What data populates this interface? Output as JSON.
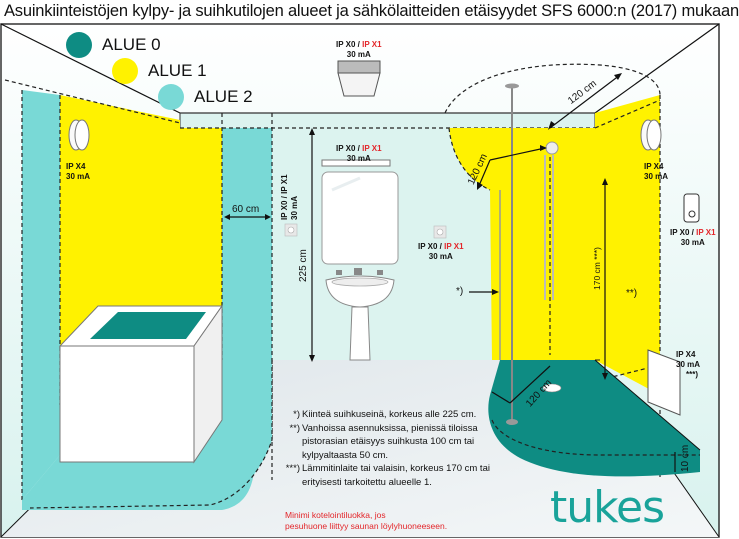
{
  "title": "Asuinkiinteistöjen kylpy- ja suihkutilojen alueet ja sähkölaitteiden etäisyydet SFS 6000:n (2017) mukaan",
  "legend": [
    {
      "label": "ALUE 0",
      "color": "#0e8c83"
    },
    {
      "label": "ALUE 1",
      "color": "#fff200"
    },
    {
      "label": "ALUE 2",
      "color": "#79d9d6"
    }
  ],
  "devices": {
    "ceiling_light": {
      "ip_a": "IP X0",
      "sep": " / ",
      "ip_b": "IP X1",
      "rcd": "30 mA"
    },
    "left_wall_light": {
      "ip": "IP X4",
      "rcd": "30 mA"
    },
    "mirror_light": {
      "ip_a": "IP X0",
      "sep": " / ",
      "ip_b": "IP X1",
      "rcd": "30 mA"
    },
    "socket_left": {
      "ip_a": "IP X0",
      "sep": " / ",
      "ip_b": "IP X1",
      "rcd": "30 mA"
    },
    "socket_center": {
      "ip_a": "IP X0",
      "sep": " / ",
      "ip_b": "IP X1",
      "rcd": "30 mA"
    },
    "right_wall_light": {
      "ip": "IP X4",
      "rcd": "30 mA"
    },
    "right_switch": {
      "ip_a": "IP X0",
      "sep": " / ",
      "ip_b": "IP X1",
      "rcd": "30 mA"
    },
    "heater": {
      "ip": "IP X4",
      "rcd": "30 mA",
      "note": "***)"
    }
  },
  "dimensions": {
    "bath_zone_width": "60 cm",
    "zone2_height": "225 cm",
    "shower_radius_ceiling": "120 cm",
    "shower_radius_wall": "120 cm",
    "shower_radius_floor": "120 cm",
    "heater_height": "170 cm ***)",
    "floor_height": "10 cm"
  },
  "markers": {
    "fixed_wall": "*)",
    "old_install": "**)"
  },
  "notes": [
    {
      "mark": "*)",
      "text": "Kiinteä suihkuseinä, korkeus alle 225 cm."
    },
    {
      "mark": "**)",
      "text": "Vanhoissa asennuksissa, pienissä tiloissa pistorasian etäisyys suihkusta 100 cm tai kylpyaltaasta 50 cm."
    },
    {
      "mark": "***)",
      "text": "Lämmitinlaite tai valaisin, korkeus 170 cm tai erityisesti tarkoitettu alueelle 1."
    }
  ],
  "warning": {
    "line1": "Minimi kotelointiluokka, jos",
    "line2": "pesuhuone liittyy saunan löylyhuoneeseen."
  },
  "logo": "tukes"
}
